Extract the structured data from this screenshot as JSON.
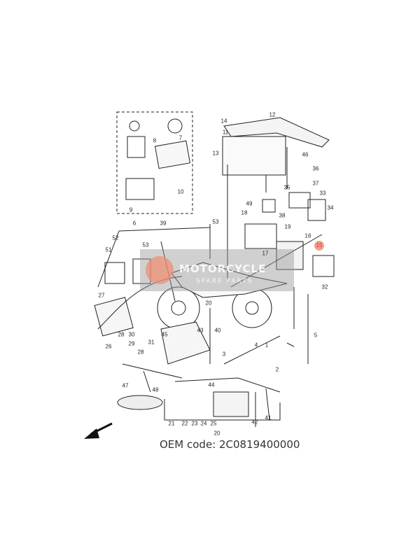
{
  "diagram": {
    "callouts": [
      "12",
      "14",
      "11",
      "13",
      "46",
      "8",
      "7",
      "36",
      "37",
      "35",
      "33",
      "34",
      "49",
      "18",
      "38",
      "19",
      "16",
      "15",
      "17",
      "10",
      "9",
      "6",
      "39",
      "53",
      "52",
      "51",
      "53",
      "32",
      "20",
      "27",
      "5",
      "43",
      "40",
      "45",
      "28",
      "30",
      "29",
      "28",
      "31",
      "26",
      "4",
      "1",
      "3",
      "2",
      "47",
      "48",
      "44",
      "21",
      "22",
      "23",
      "24",
      "25",
      "42",
      "41",
      "20"
    ],
    "highlighted_callout": "15",
    "highlight_color": "#f4a08a"
  },
  "watermark": {
    "line1": "MOTORCYCLE",
    "line2": "SPARE PARTS"
  },
  "oem_code": "OEM code: 2C0819400000",
  "icons": {
    "direction_arrow": "arrow-down-left-icon"
  }
}
